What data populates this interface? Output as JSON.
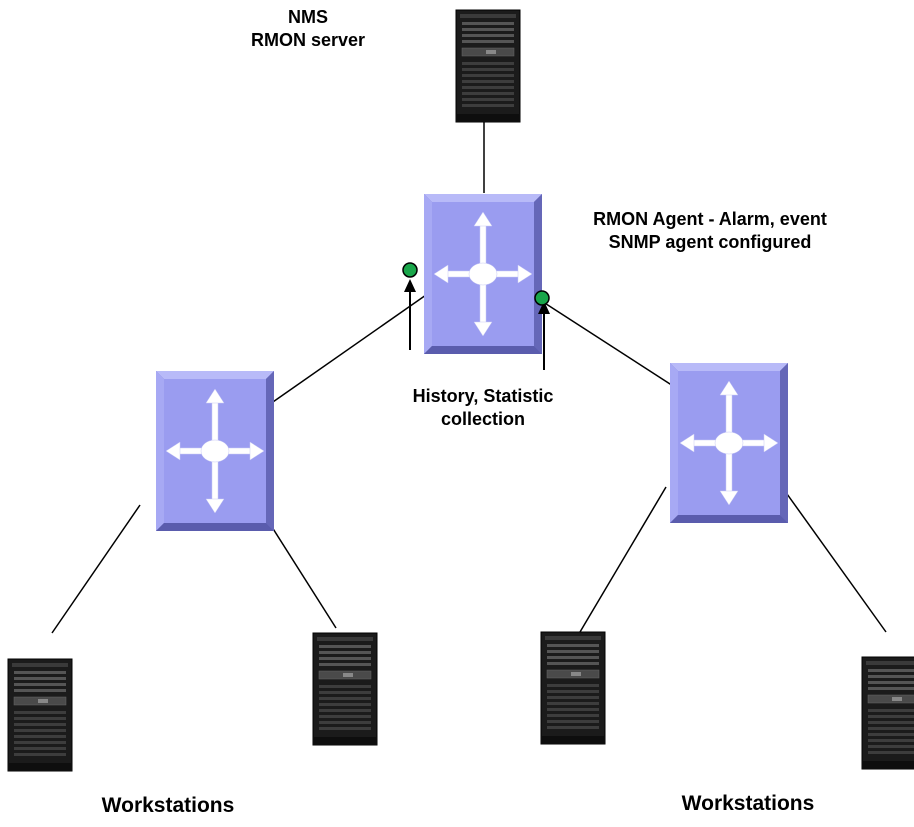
{
  "labels": {
    "nms_title": "NMS",
    "nms_subtitle": "RMON server",
    "agent_line1": "RMON Agent - Alarm, event",
    "agent_line2": "SNMP agent configured",
    "history_line1": "History, Statistic",
    "history_line2": "collection",
    "workstations_left": "Workstations",
    "workstations_right": "Workstations"
  },
  "colors": {
    "switch_face": "#9a9cf0",
    "switch_edge": "#7072c8",
    "server_body": "#1b1b1b",
    "server_bay": "#4a4a4a",
    "collection_point": "#19a64a",
    "line": "#000000"
  },
  "icons": {
    "server": "tower-server-icon",
    "switch": "network-switch-icon",
    "probe": "green-dot-icon"
  }
}
